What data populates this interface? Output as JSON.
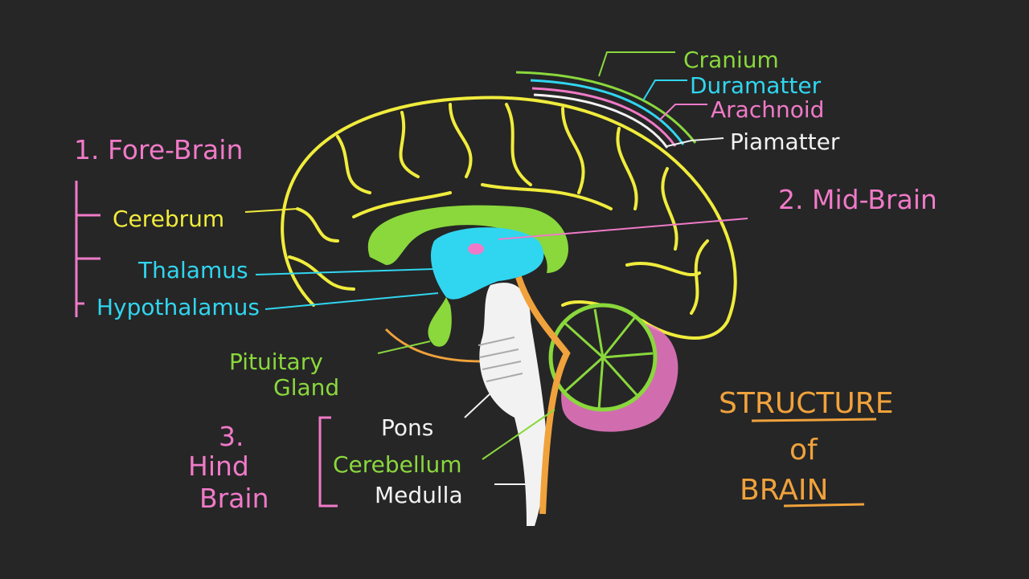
{
  "title": {
    "line1": "STRUCTURE",
    "line2": "of",
    "line3": "BRAIN"
  },
  "meninges": {
    "cranium": "Cranium",
    "duramatter": "Duramatter",
    "arachnoid": "Arachnoid",
    "piamatter": "Piamatter"
  },
  "forebrain": {
    "heading": "1. Fore-Brain",
    "cerebrum": "Cerebrum",
    "thalamus": "Thalamus",
    "hypothalamus": "Hypothalamus",
    "pituitary_line1": "Pituitary",
    "pituitary_line2": "Gland"
  },
  "midbrain": {
    "heading": "2. Mid-Brain"
  },
  "hindbrain": {
    "heading_num": "3.",
    "heading_line1": "Hind",
    "heading_line2": "Brain",
    "pons": "Pons",
    "cerebellum": "Cerebellum",
    "medulla": "Medulla"
  },
  "colors": {
    "background": "#262626",
    "pink": "#f07ac8",
    "yellow": "#f0ec3c",
    "cyan": "#30d6f0",
    "green": "#8ad83c",
    "orange": "#f0a23c",
    "white": "#f2f2f2"
  }
}
